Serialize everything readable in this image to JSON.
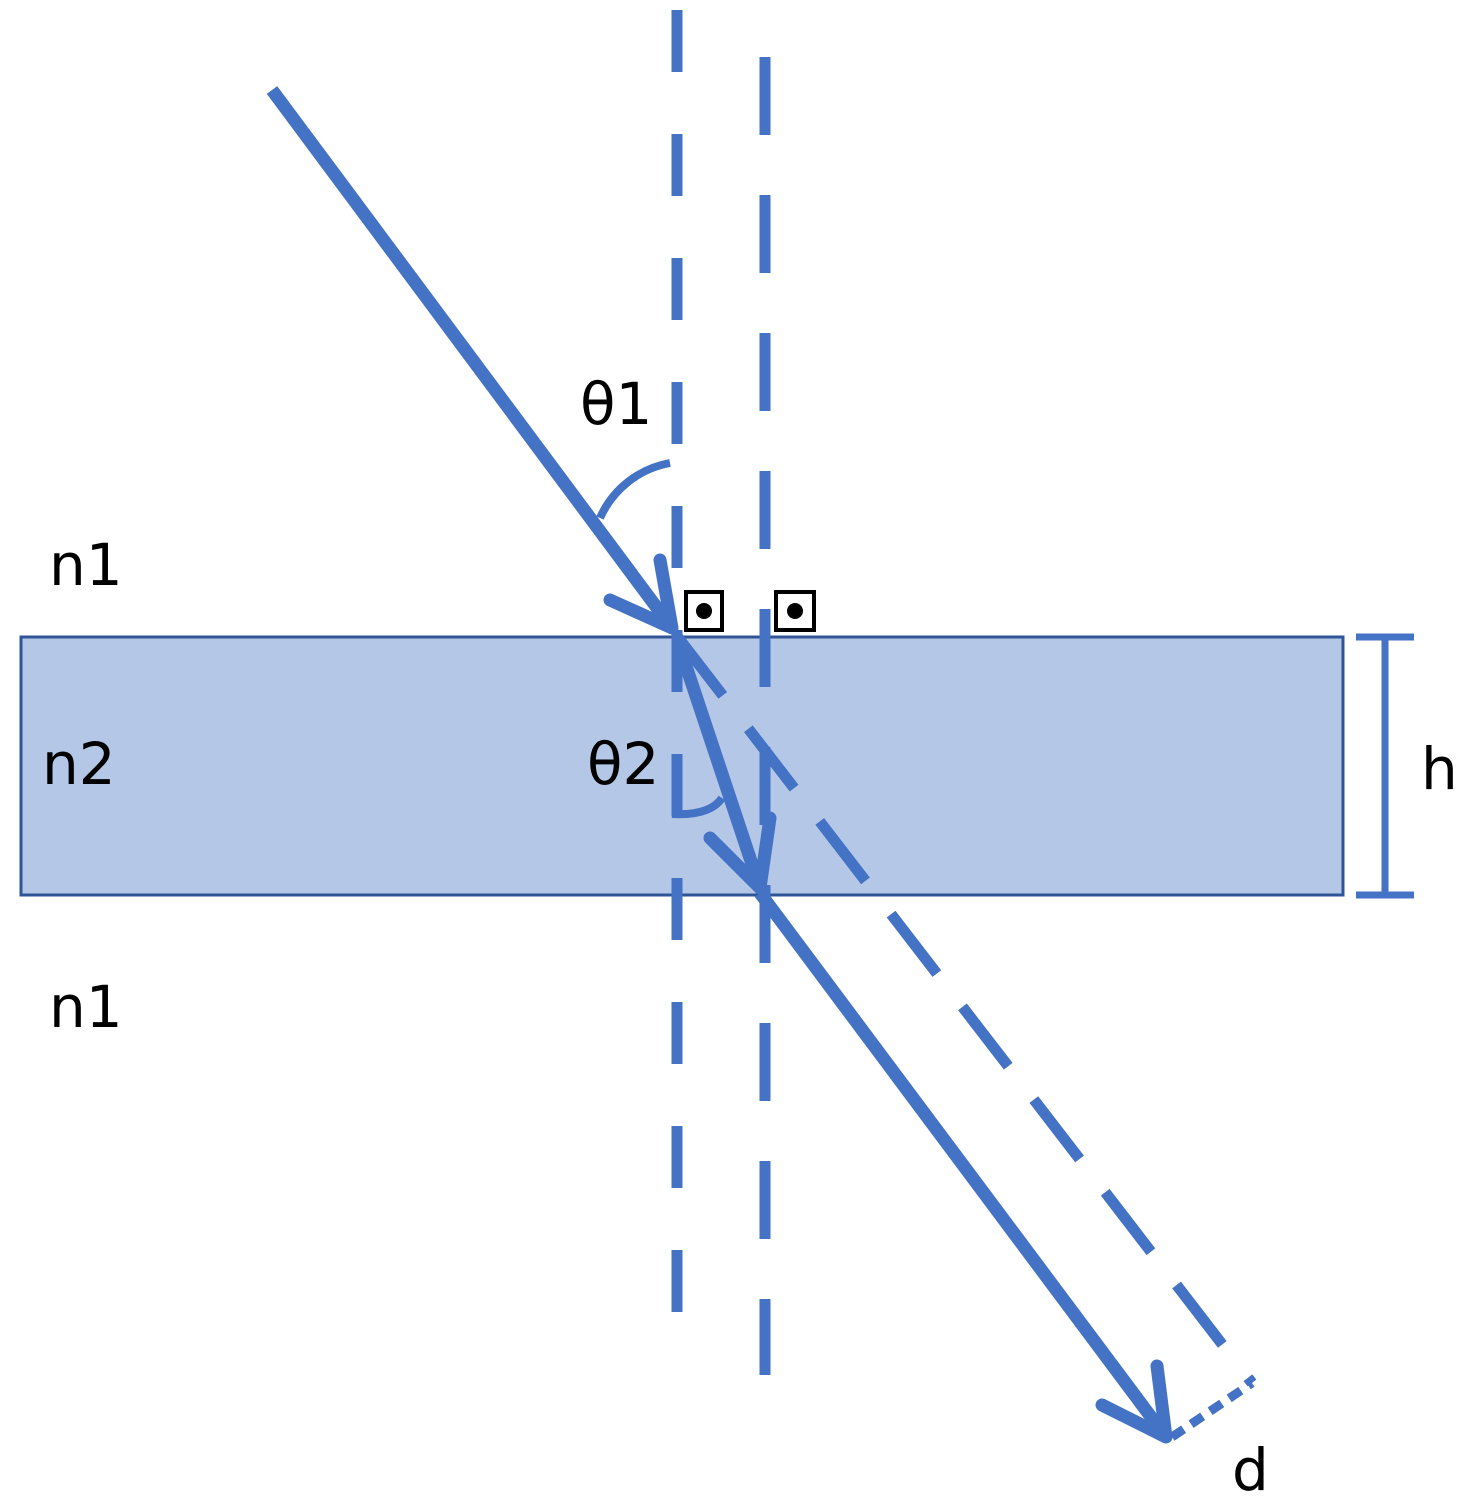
{
  "labels": {
    "theta1": "θ1",
    "theta2": "θ2",
    "n1_top": "n1",
    "n2": "n2",
    "n1_bottom": "n1",
    "h": "h",
    "d": "d"
  },
  "colors": {
    "ray": "#4472C4",
    "slab_fill": "#B4C7E7",
    "slab_border": "#2F5597",
    "text": "#000000"
  }
}
